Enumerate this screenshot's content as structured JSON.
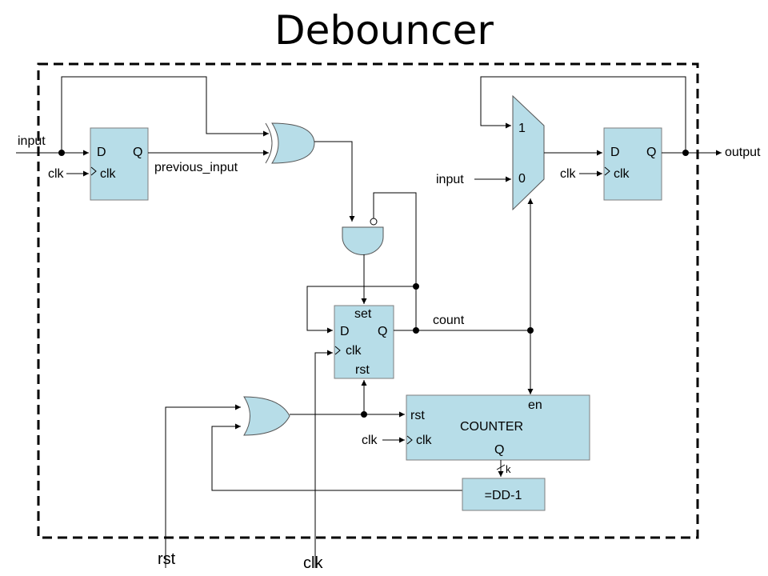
{
  "title": "Debouncer",
  "signals": {
    "input": "input",
    "clk": "clk",
    "output": "output",
    "previous_input": "previous_input",
    "count": "count",
    "rst": "rst",
    "k": "k"
  },
  "flipflop_labels": {
    "d": "D",
    "q": "Q",
    "clk": "clk",
    "set": "set",
    "rst": "rst"
  },
  "mux_labels": {
    "one": "1",
    "zero": "0"
  },
  "counter": {
    "name": "COUNTER",
    "en": "en",
    "rst": "rst",
    "clk": "clk",
    "q": "Q"
  },
  "comparator": "=DD-1",
  "colors": {
    "block_fill": "#b7dde8",
    "wire": "#000000"
  }
}
